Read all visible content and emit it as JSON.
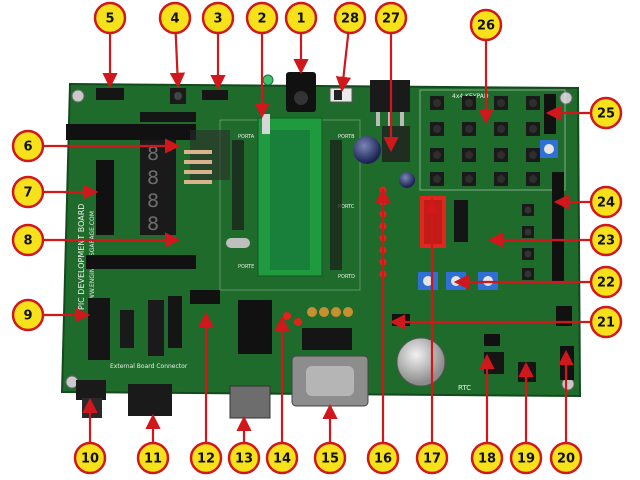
{
  "board": {
    "silk_title": "PIC DEVELOPMENT BOARD",
    "silk_subtitle": "WWW.ENGINEERSGARAGE.COM",
    "ext_connector_label": "External Board Connector",
    "rtc_label": "RTC",
    "keypad_label": "4x4 KEYPAD",
    "port_labels": [
      "PORTA",
      "PORTB",
      "PORTC",
      "PORTD",
      "PORTE"
    ],
    "seven_segment_digits": [
      "8",
      "8",
      "8",
      "8"
    ],
    "colors": {
      "pcb": "#1f6b2c",
      "callout_fill": "#f7e11a",
      "callout_stroke": "#d0171b",
      "arrow": "#d0171b"
    }
  },
  "callouts": [
    {
      "id": 1,
      "label": "1"
    },
    {
      "id": 2,
      "label": "2"
    },
    {
      "id": 3,
      "label": "3"
    },
    {
      "id": 4,
      "label": "4"
    },
    {
      "id": 5,
      "label": "5"
    },
    {
      "id": 6,
      "label": "6"
    },
    {
      "id": 7,
      "label": "7"
    },
    {
      "id": 8,
      "label": "8"
    },
    {
      "id": 9,
      "label": "9"
    },
    {
      "id": 10,
      "label": "10"
    },
    {
      "id": 11,
      "label": "11"
    },
    {
      "id": 12,
      "label": "12"
    },
    {
      "id": 13,
      "label": "13"
    },
    {
      "id": 14,
      "label": "14"
    },
    {
      "id": 15,
      "label": "15"
    },
    {
      "id": 16,
      "label": "16"
    },
    {
      "id": 17,
      "label": "17"
    },
    {
      "id": 18,
      "label": "18"
    },
    {
      "id": 19,
      "label": "19"
    },
    {
      "id": 20,
      "label": "20"
    },
    {
      "id": 21,
      "label": "21"
    },
    {
      "id": 22,
      "label": "22"
    },
    {
      "id": 23,
      "label": "23"
    },
    {
      "id": 24,
      "label": "24"
    },
    {
      "id": 25,
      "label": "25"
    },
    {
      "id": 26,
      "label": "26"
    },
    {
      "id": 27,
      "label": "27"
    },
    {
      "id": 28,
      "label": "28"
    }
  ]
}
